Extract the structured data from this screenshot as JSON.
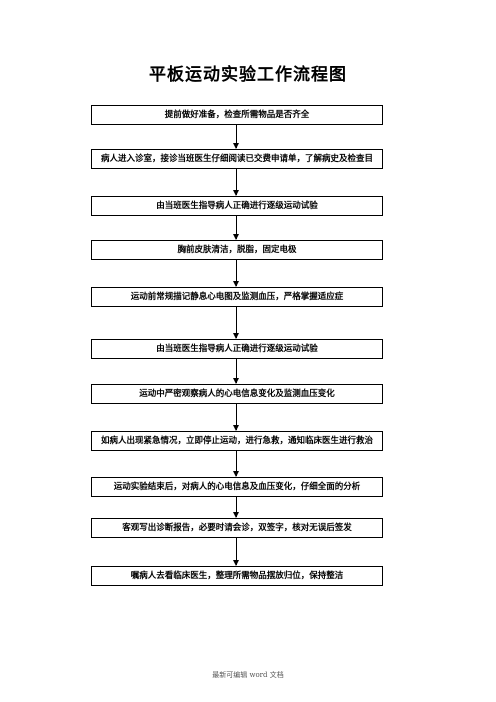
{
  "title": "平板运动实验工作流程图",
  "steps": [
    "提前做好准备，检查所需物品是否齐全",
    "病人进入诊室，接诊当班医生仔细阅读已交费申请单，了解病史及检查目",
    "由当班医生指导病人正确进行逐级运动试验",
    "胸前皮肤清洁，脱脂，固定电极",
    "运动前常规描记静息心电图及监测血压，严格掌握适应症",
    "由当班医生指导病人正确进行逐级运动试验",
    "运动中严密观察病人的心电信息变化及监测血压变化",
    "如病人出现紧急情况，立即停止运动，进行急救，通知临床医生进行救治",
    "运动实验结束后，对病人的心电信息及血压变化，仔细全面的分析",
    "客观写出诊断报告，必要时请会诊，双签字，核对无误后签发",
    "嘱病人去看临床医生，整理所需物品摆放归位，保持整洁"
  ],
  "footer": "最新可编辑 word 文档"
}
